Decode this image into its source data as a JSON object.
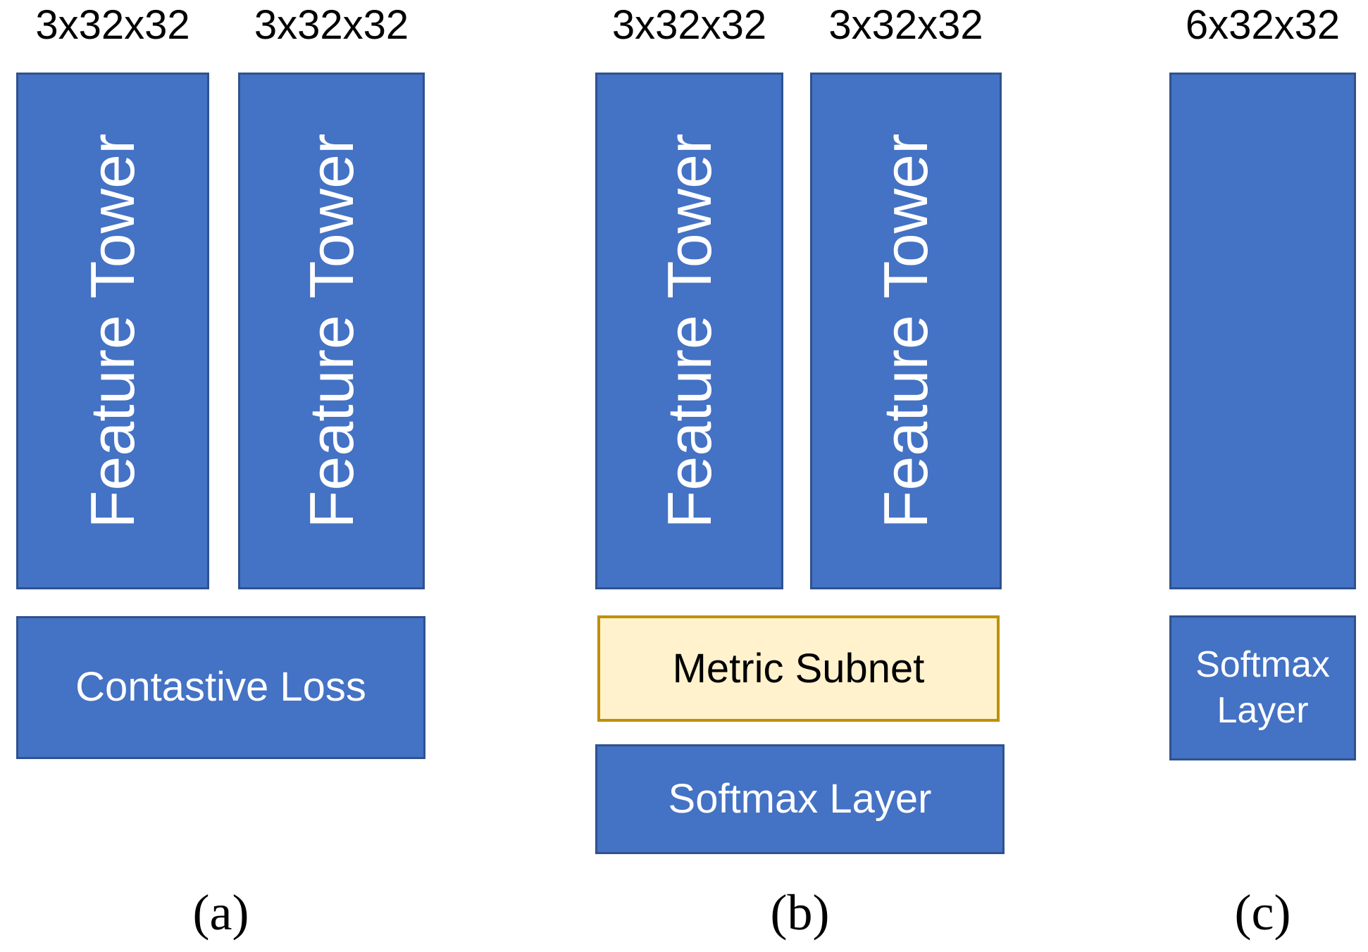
{
  "figure": {
    "panels": [
      {
        "caption": "(a)",
        "towers": [
          {
            "input_label": "3x32x32",
            "label": "Feature Tower"
          },
          {
            "input_label": "3x32x32",
            "label": "Feature Tower"
          }
        ],
        "loss_box": "Contastive Loss"
      },
      {
        "caption": "(b)",
        "towers": [
          {
            "input_label": "3x32x32",
            "label": "Feature Tower"
          },
          {
            "input_label": "3x32x32",
            "label": "Feature Tower"
          }
        ],
        "metric_box": "Metric Subnet",
        "softmax_box": "Softmax Layer"
      },
      {
        "caption": "(c)",
        "input_label": "6x32x32",
        "softmax_box": "Softmax Layer"
      }
    ],
    "colors": {
      "box_fill": "#4472c4",
      "box_border": "#2f528f",
      "metric_fill": "#fff2cc",
      "metric_border": "#bf9000",
      "text_on_blue": "#ffffff",
      "text_dark": "#000000"
    }
  }
}
